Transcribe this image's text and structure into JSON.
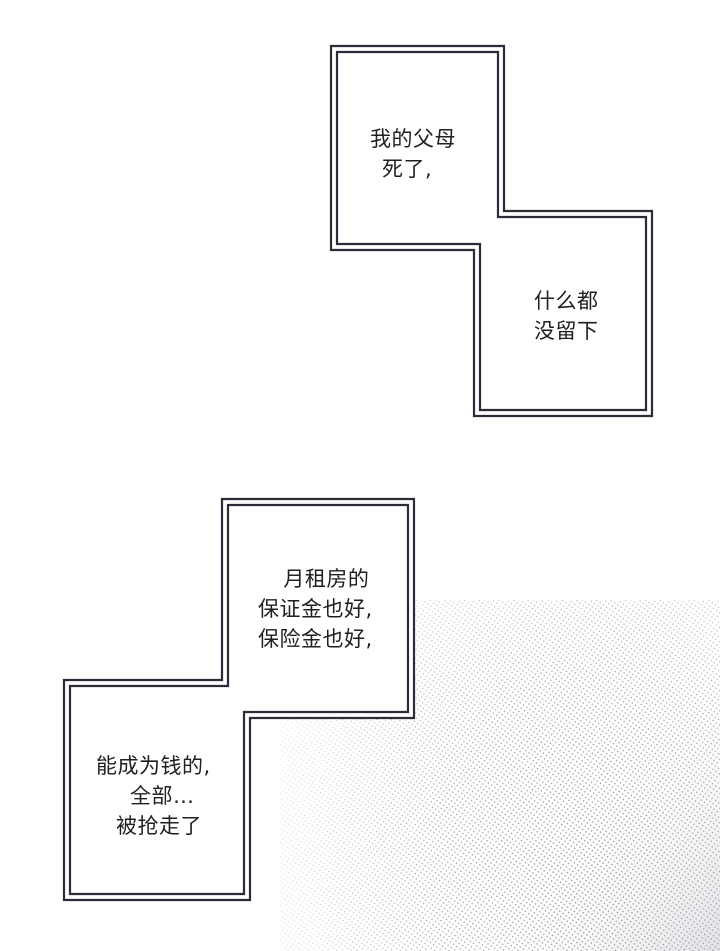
{
  "captions": {
    "box1": {
      "line1": "我的父母",
      "line2": "死了,"
    },
    "box2": {
      "line1": "什么都",
      "line2": "没留下"
    },
    "box3": {
      "line1": "月租房的",
      "line2": "保证金也好,",
      "line3": "保险金也好,"
    },
    "box4": {
      "line1": "能成为钱的,",
      "line2": "全部…",
      "line3": "被抢走了"
    }
  },
  "colors": {
    "background": "#ffffff",
    "border": "#2b2b3a",
    "text": "#1f1f24",
    "screentone": "#8a8a92"
  }
}
